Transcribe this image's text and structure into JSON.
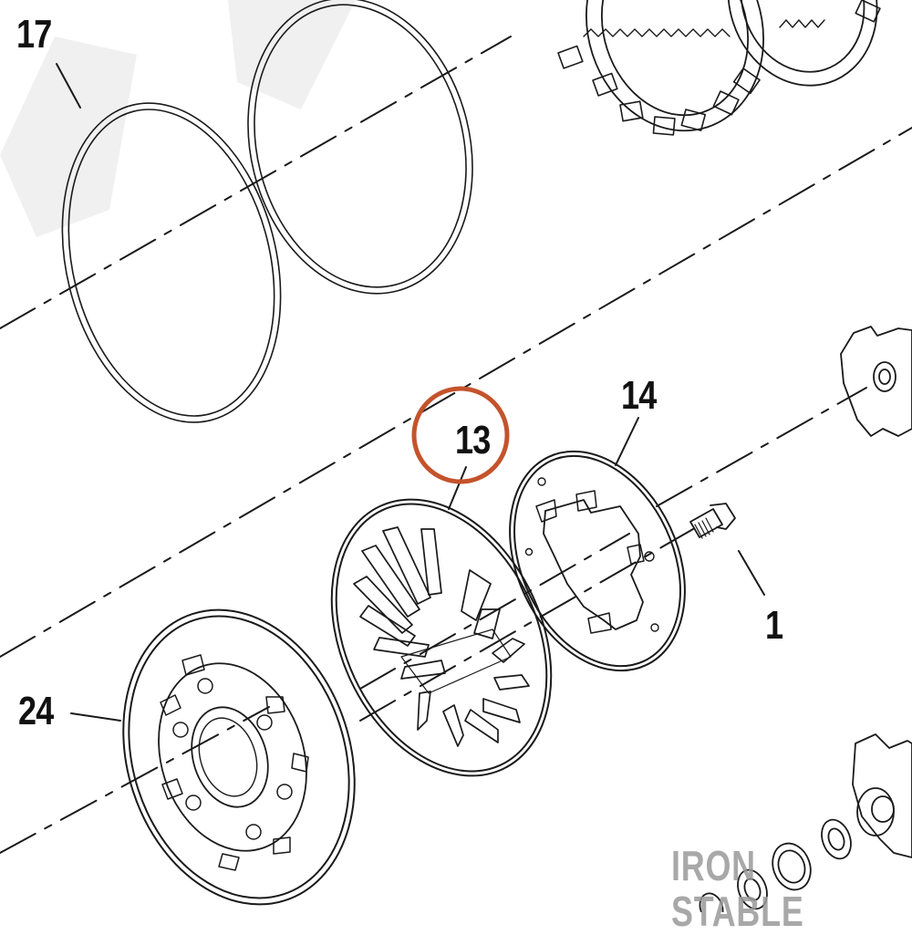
{
  "callouts": {
    "part_17": "17",
    "part_13": "13",
    "part_14": "14",
    "part_1": "1",
    "part_24": "24"
  },
  "highlighted_part": "13",
  "highlight_color": "#c4532c",
  "watermark": "IRON STABLE"
}
